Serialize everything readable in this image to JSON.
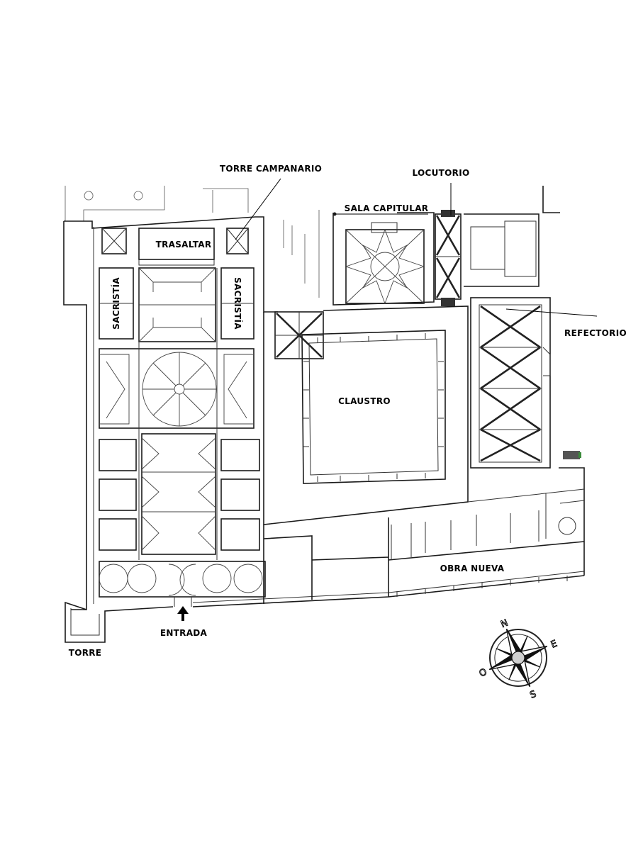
{
  "labels": {
    "torre_campanario": "TORRE CAMPANARIO",
    "locutorio": "LOCUTORIO",
    "sala_capitular": "SALA CAPITULAR",
    "trasaltar": "TRASALTAR",
    "sacristia_left": "SACRISTÍA",
    "sacristia_right": "SACRISTÍA",
    "refectorio": "REFECTORIO",
    "claustro": "CLAUSTRO",
    "obra_nueva": "OBRA NUEVA",
    "entrada": "ENTRADA",
    "torre": "TORRE"
  },
  "compass": {
    "n": "N",
    "e": "E",
    "s": "S",
    "o": "O"
  },
  "icons": {
    "entrance_arrow": "arrow-up-icon",
    "compass": "compass-rose-icon"
  }
}
